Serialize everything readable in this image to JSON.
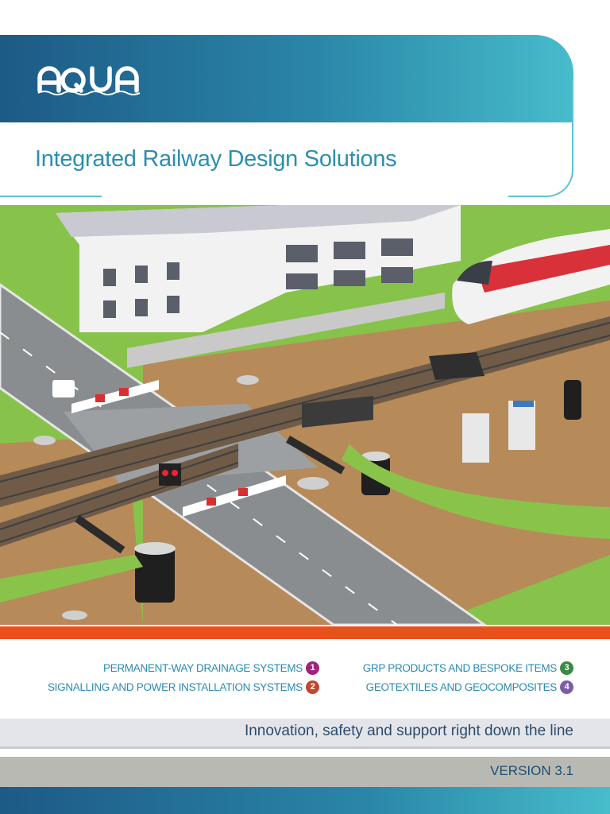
{
  "brand": {
    "logo_text": "AQUA"
  },
  "header": {
    "title": "Integrated Railway Design Solutions"
  },
  "systems": {
    "left": [
      {
        "label": "PERMANENT-WAY DRAINAGE SYSTEMS",
        "number": "1",
        "color": "#a0237d"
      },
      {
        "label": "SIGNALLING AND POWER INSTALLATION SYSTEMS",
        "number": "2",
        "color": "#c0492d"
      }
    ],
    "right": [
      {
        "label": "GRP PRODUCTS AND BESPOKE ITEMS",
        "number": "3",
        "color": "#3a8a45"
      },
      {
        "label": "GEOTEXTILES AND GEOCOMPOSITES",
        "number": "4",
        "color": "#7b5ea7"
      }
    ]
  },
  "tagline": "Innovation, safety and support right down the line",
  "version": "VERSION 3.1",
  "colors": {
    "brand_dark": "#1d5a86",
    "brand_light": "#47bccb",
    "accent_orange": "#e8501c",
    "title_blue": "#2b8fb0"
  }
}
